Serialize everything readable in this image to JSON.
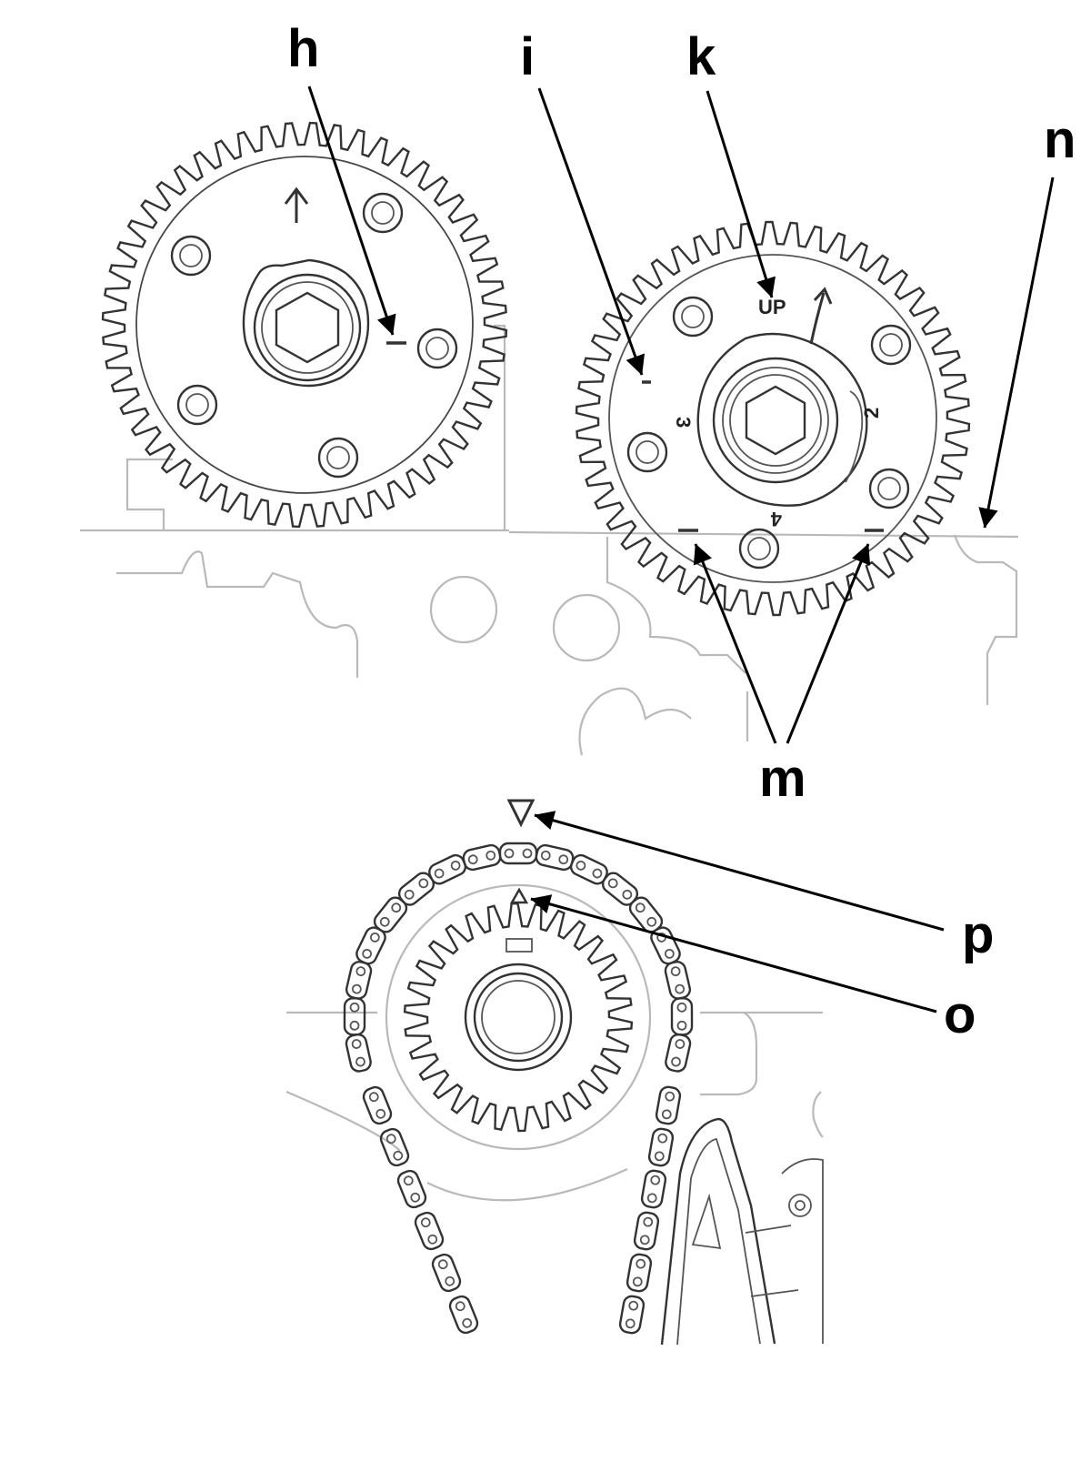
{
  "callouts": {
    "h": "h",
    "i": "i",
    "k": "k",
    "n": "n",
    "m": "m",
    "p": "p",
    "o": "o"
  },
  "sprocket_markings": {
    "up": "UP",
    "num_2": "2",
    "num_3": "3",
    "num_4": "4"
  },
  "colors": {
    "ink": "#000000",
    "part_line": "#333333",
    "housing_line": "#b9b9b9",
    "background": "#ffffff"
  },
  "icons": {
    "direction_arrow_left": "arrow-up-icon",
    "direction_arrow_right": "arrow-up-right-icon",
    "timing_mark_outer": "triangle-down-icon",
    "timing_mark_inner": "triangle-up-icon"
  }
}
